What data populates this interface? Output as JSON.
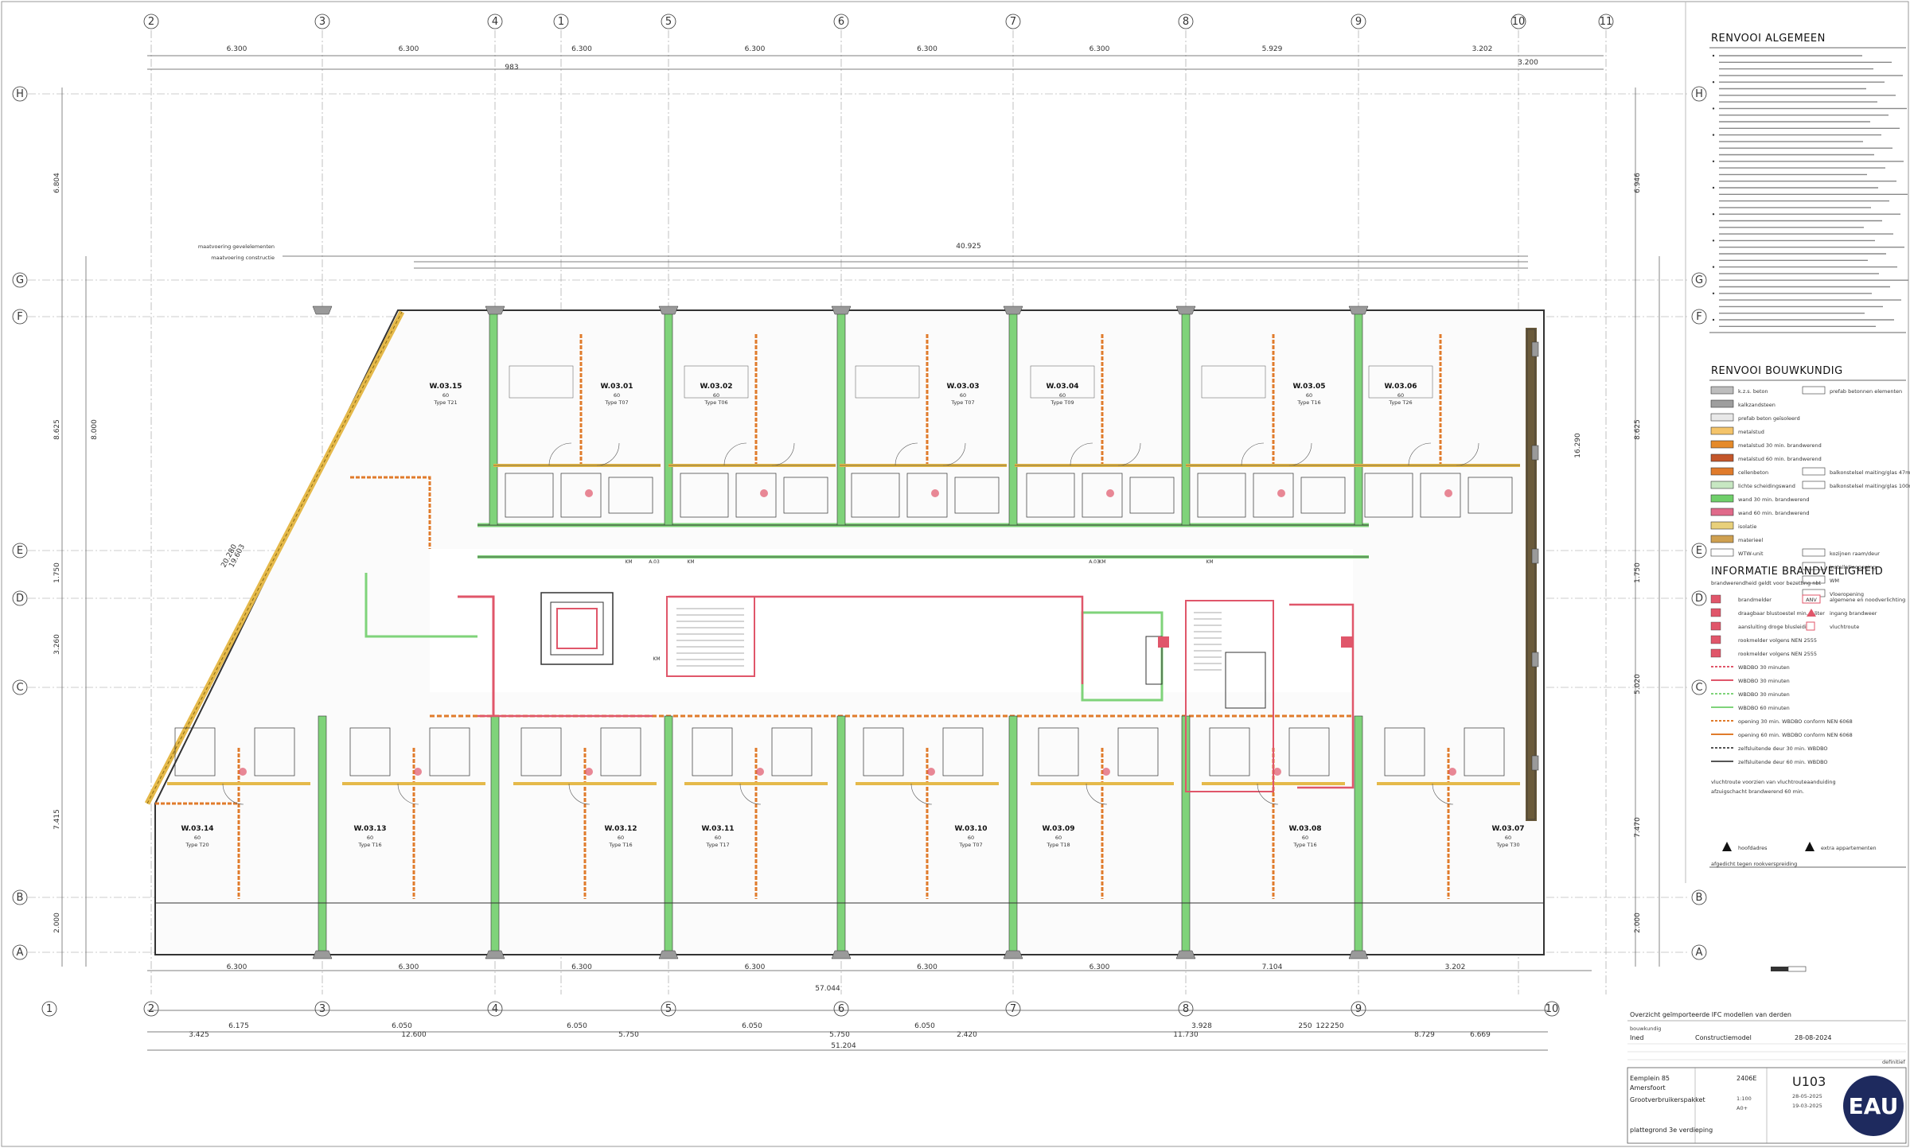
{
  "grid": {
    "columns": [
      "2",
      "3",
      "4",
      "1",
      "5",
      "6",
      "7",
      "8",
      "9",
      "10",
      "11"
    ],
    "rows": [
      "H",
      "G",
      "F",
      "E",
      "D",
      "C",
      "B",
      "A"
    ],
    "bottom_columns": [
      "1",
      "2",
      "3",
      "4",
      "5",
      "6",
      "7",
      "8",
      "9",
      "10"
    ]
  },
  "dimensions": {
    "top_bays": [
      "6.300",
      "6.300",
      "6.300",
      "6.300",
      "6.300",
      "6.300",
      "5.929",
      "3.202"
    ],
    "top_sub": "3.200",
    "top_983": "983",
    "overall_top": "40.925",
    "bottom_bays": [
      "6.300",
      "6.300",
      "6.300",
      "6.300",
      "6.300",
      "6.300",
      "7.104",
      "3.202"
    ],
    "overall_bottom": "57.044",
    "bottom_chain1": [
      "6.175",
      "6.050",
      "6.050",
      "6.050",
      "6.050",
      "3.928",
      "250",
      "122",
      "250"
    ],
    "bottom_chain2": [
      "3.425",
      "12.600",
      "5.750",
      "5.750",
      "2.420",
      "11.730",
      "8.729",
      "6.669"
    ],
    "overall_bottom2": "51.204",
    "left_vertical": [
      "6.804",
      "8.625",
      "8.000",
      "1.750",
      "3.260",
      "7.415",
      "2.000"
    ],
    "right_vertical": [
      "6.946",
      "8.625",
      "16.290",
      "1.750",
      "5.020",
      "7.470",
      "2.000"
    ],
    "diag": [
      "20.280",
      "19.603"
    ],
    "level_labels": [
      "maatvoering gevelelementen",
      "maatvoering constructie"
    ]
  },
  "units": [
    {
      "id": "W.03.15",
      "sub": "60",
      "type": "Type T21"
    },
    {
      "id": "W.03.01",
      "sub": "60",
      "type": "Type T07"
    },
    {
      "id": "W.03.02",
      "sub": "60",
      "type": "Type T06"
    },
    {
      "id": "W.03.03",
      "sub": "60",
      "type": "Type T07"
    },
    {
      "id": "W.03.04",
      "sub": "60",
      "type": "Type T09"
    },
    {
      "id": "W.03.05",
      "sub": "60",
      "type": "Type T16"
    },
    {
      "id": "W.03.06",
      "sub": "60",
      "type": "Type T26"
    },
    {
      "id": "W.03.14",
      "sub": "60",
      "type": "Type T20"
    },
    {
      "id": "W.03.13",
      "sub": "60",
      "type": "Type T16"
    },
    {
      "id": "W.03.12",
      "sub": "60",
      "type": "Type T16"
    },
    {
      "id": "W.03.11",
      "sub": "60",
      "type": "Type T17"
    },
    {
      "id": "W.03.10",
      "sub": "60",
      "type": "Type T07"
    },
    {
      "id": "W.03.09",
      "sub": "60",
      "type": "Type T18"
    },
    {
      "id": "W.03.08",
      "sub": "60",
      "type": "Type T16"
    },
    {
      "id": "W.03.07",
      "sub": "60",
      "type": "Type T30"
    }
  ],
  "core_labels": [
    "A.03",
    "A.03",
    "KM",
    "KM",
    "KM",
    "KM",
    "KM"
  ],
  "legend": {
    "general_title": "RENVOOI ALGEMEEN",
    "build_title": "RENVOOI BOUWKUNDIG",
    "fire_title": "INFORMATIE BRANDVEILIGHEID",
    "fire_subtitle": "brandwerendheid geldt voor bezetting nbt",
    "build_items": [
      {
        "label": "k.z.s. beton",
        "color": "#bdbdbd"
      },
      {
        "label": "kalkzandsteen",
        "color": "#9e9e9e"
      },
      {
        "label": "prefab beton geïsoleerd",
        "color": "#e8e8e8"
      },
      {
        "label": "metalstud",
        "color": "#f4c46a"
      },
      {
        "label": "metalstud 30 min. brandwerend",
        "color": "#e58a2a"
      },
      {
        "label": "metalstud 60 min. brandwerend",
        "color": "#c4562a"
      },
      {
        "label": "cellenbeton",
        "color": "#e07b2b"
      },
      {
        "label": "lichte scheidingswand",
        "color": "#c7e7c2"
      },
      {
        "label": "wand 30 min. brandwerend",
        "color": "#6fcf6a"
      },
      {
        "label": "wand 60 min. brandwerend",
        "color": "#e06a8a"
      },
      {
        "label": "isolatie",
        "color": "#e8d07a"
      },
      {
        "label": "materieel",
        "color": "#cfa050"
      },
      {
        "label": "WTW-unit",
        "color": "#ffffff"
      }
    ],
    "build_items_right": [
      "prefab betonnen elementen",
      "",
      "",
      "",
      "",
      "",
      "balkonstelsel maiting/glas 47mm",
      "balkonstelsel maiting/glas 100mm",
      "",
      "",
      "",
      "",
      "kozijnen raam/deur",
      "installatieopening",
      "WM",
      "Vloeropening"
    ],
    "fire_items": [
      {
        "label": "brandmelder"
      },
      {
        "label": "draagbaar blustoestel min. 1 liter"
      },
      {
        "label": "aansluiting droge blusleiding"
      },
      {
        "label": "rookmelder volgens NEN 2555"
      },
      {
        "label": "rookmelder volgens NEN 2555"
      },
      {
        "label": "WBDBO 30 minuten"
      },
      {
        "label": "WBDBO 30 minuten"
      },
      {
        "label": "WBDBO 30 minuten"
      },
      {
        "label": "WBDBO 60 minuten"
      },
      {
        "label": "opening 30 min. WBDBO conform NEN 6068"
      },
      {
        "label": "opening 60 min. WBDBO conform NEN 6068"
      },
      {
        "label": "zelfsluitende deur 30 min. WBDBO"
      },
      {
        "label": "zelfsluitende deur 60 min. WBDBO"
      }
    ],
    "fire_right": [
      "algemene en noodverlichting",
      "ingang brandweer",
      "vluchtroute"
    ],
    "fire_symbol_right": "ANV",
    "fire_notes": [
      "vluchtroute voorzien van vluchtrouteaanduiding",
      "afzuigschacht brandwerend 60 min."
    ],
    "footer_items": [
      "hoofdadres",
      "extra appartementen"
    ],
    "footer_note": "afgedicht tegen rookverspreiding"
  },
  "title_block": {
    "overview": "Overzicht geïmporteerde IFC modellen van derden",
    "rows": [
      {
        "a": "bouwkundig",
        "b": "",
        "c": ""
      },
      {
        "a": "Ined",
        "b": "Constructiemodel",
        "c": "28-08-2024"
      }
    ],
    "definitief": "definitief",
    "project": "Eemplein 85",
    "city": "Amersfoort",
    "drawing": "Grootverbruikerspakket",
    "level": "plattegrond 3e verdieping",
    "project_nr": "2406E",
    "sheet_nr": "U103",
    "scale": "1:100",
    "format": "A0+",
    "date1": "28-05-2025",
    "date2": "19-03-2025",
    "logo": "EAU"
  },
  "colors": {
    "wall_orange": "#e07b2b",
    "wall_green": "#7fd37a",
    "wall_red": "#e0566a",
    "insulation": "#e5b94a",
    "brown": "#b07a1c",
    "grid": "#999999",
    "wall": "#333333"
  }
}
